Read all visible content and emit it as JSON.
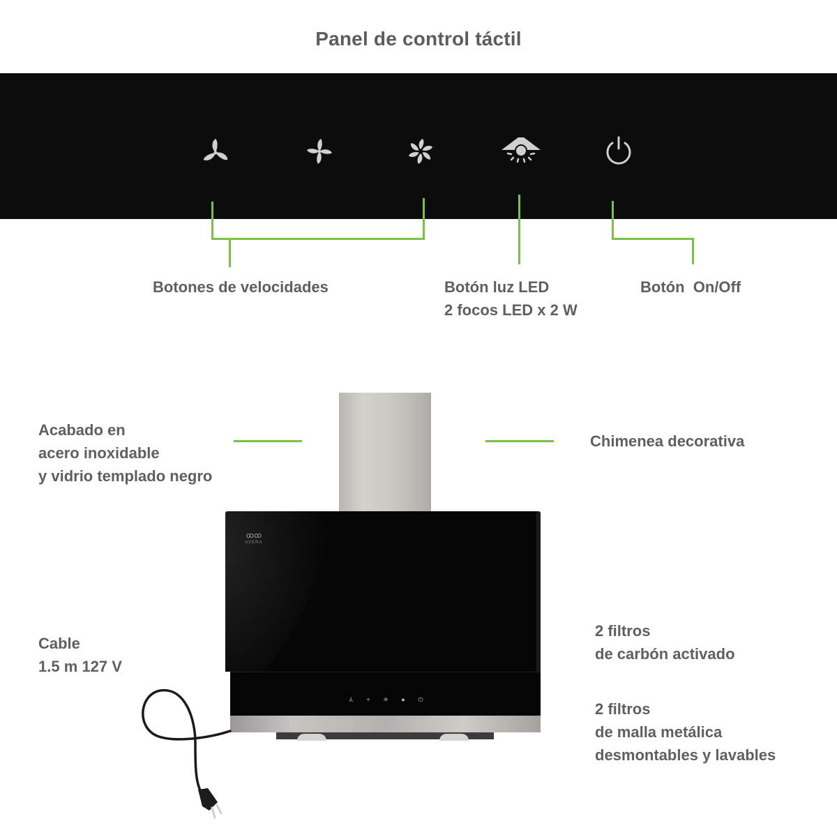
{
  "title": "Panel de control táctil",
  "panel": {
    "background": "#0c0c0c",
    "icons": [
      {
        "name": "fan-speed-1-icon",
        "glyph": "fan-3-blade"
      },
      {
        "name": "fan-speed-2-icon",
        "glyph": "fan-4-blade"
      },
      {
        "name": "fan-speed-3-icon",
        "glyph": "fan-6-blade"
      },
      {
        "name": "led-light-icon",
        "glyph": "lamp"
      },
      {
        "name": "power-icon",
        "glyph": "power"
      }
    ]
  },
  "callouts": {
    "speeds": "Botones de velocidades",
    "led_line1": "Botón luz LED",
    "led_line2": "2 focos LED x 2 W",
    "power": "Botón  On/Off"
  },
  "features": {
    "finish": "Acabado en\nacero inoxidable\ny vidrio templado negro",
    "chimney": "Chimenea decorativa",
    "cable": "Cable\n1.5 m 127 V",
    "carbon_filters": "2 filtros\nde carbón activado",
    "mesh_filters": "2 filtros\nde malla metálica\ndesmontables y lavables"
  },
  "product": {
    "brand": "AVERA",
    "brand_logo": "ꝏꝏ"
  },
  "colors": {
    "accent_line": "#7cc242",
    "text": "#5f5f5f",
    "icon": "#d0d0d0"
  }
}
